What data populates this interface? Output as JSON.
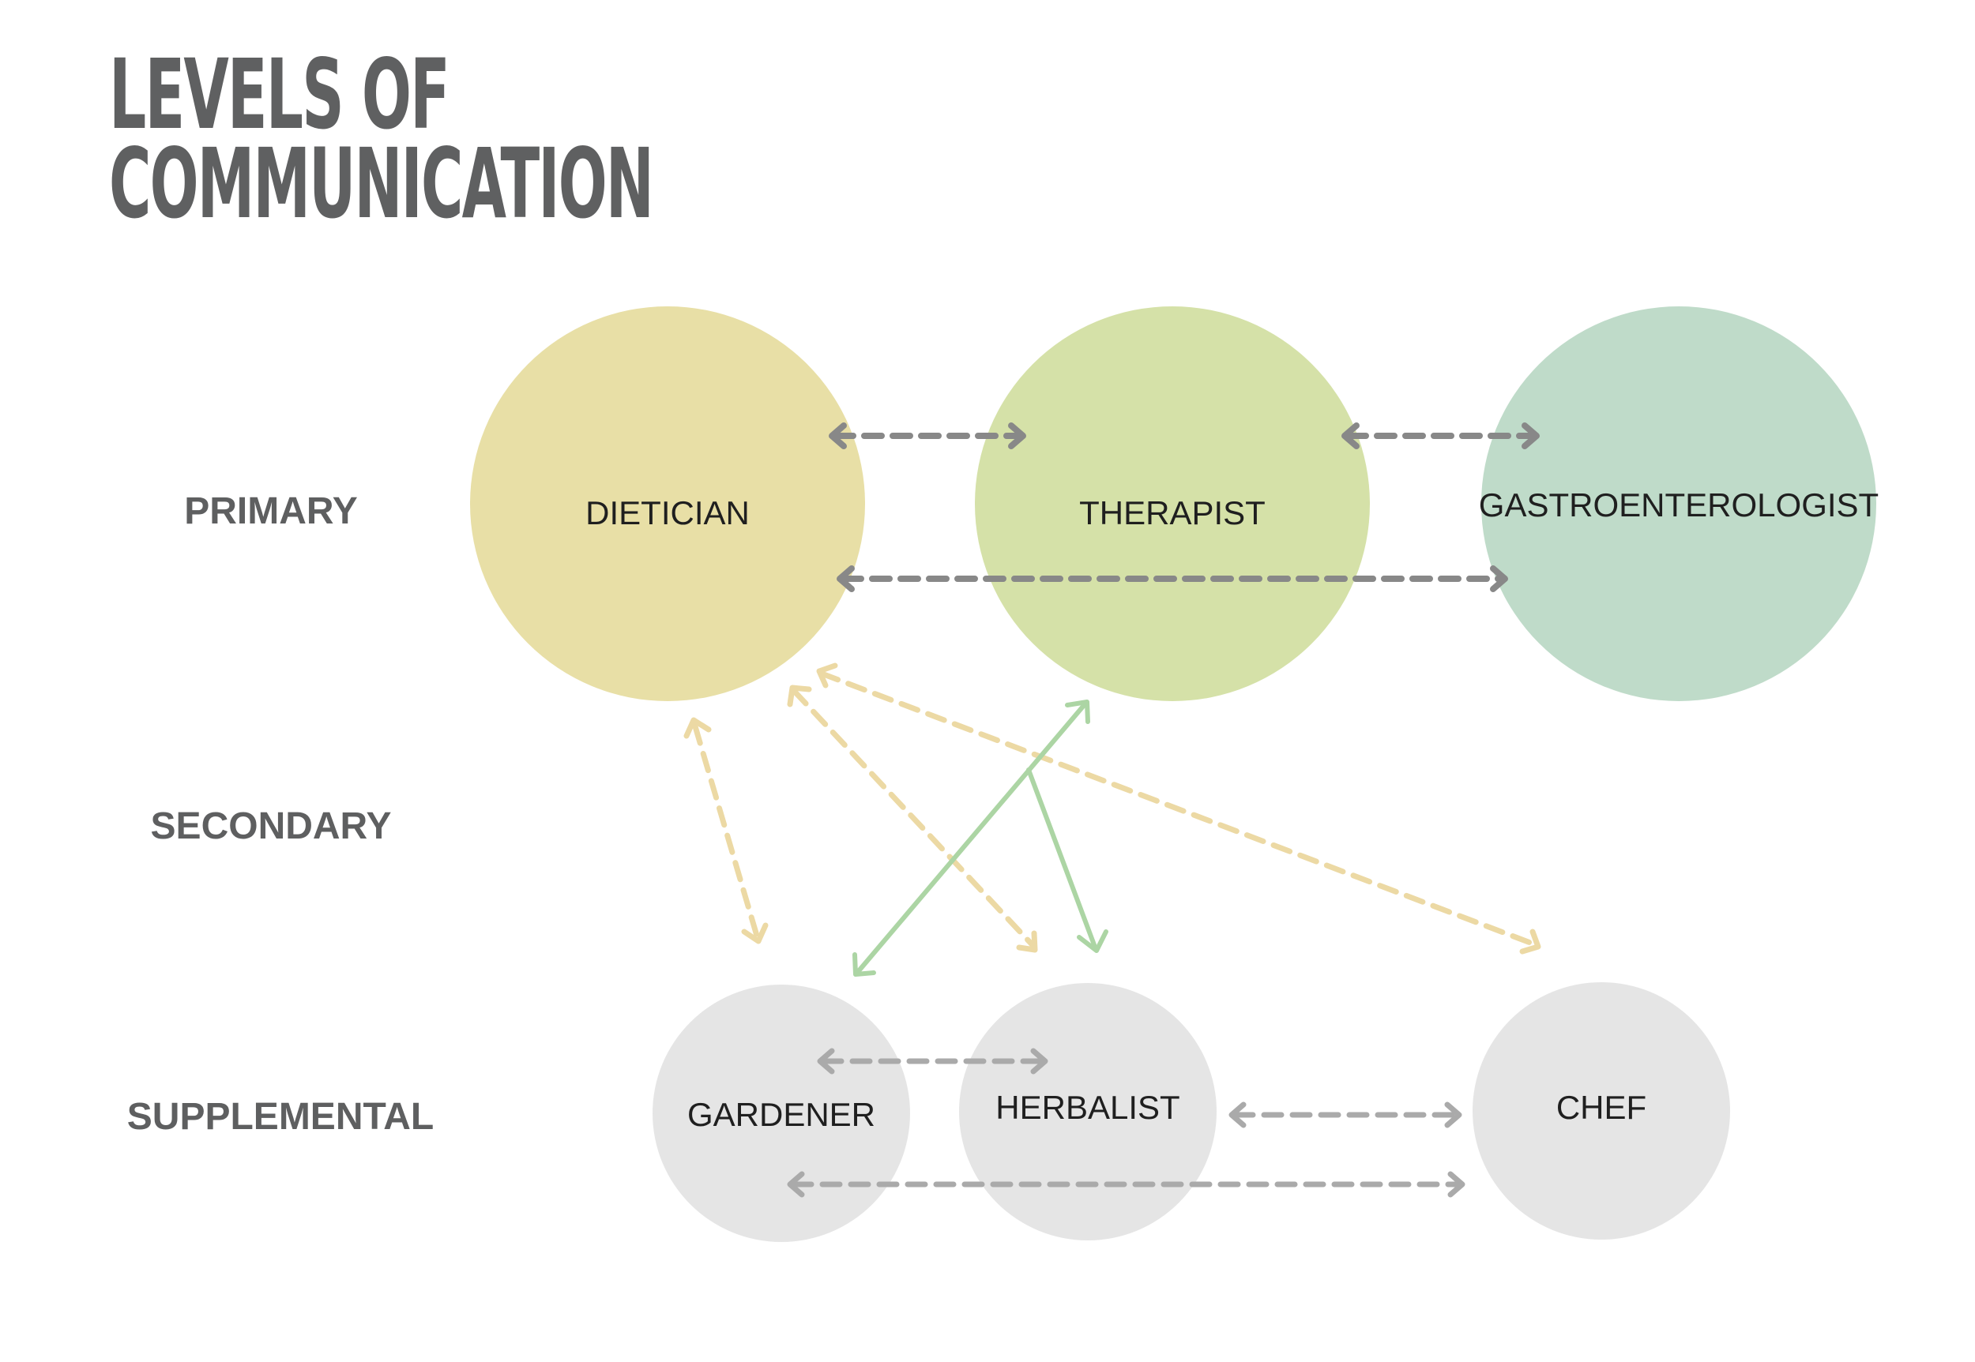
{
  "title": {
    "line1": "LEVELS OF",
    "line2": "COMMUNICATION"
  },
  "levels": {
    "primary": "PRIMARY",
    "secondary": "SECONDARY",
    "supplemental": "SUPPLEMENTAL"
  },
  "nodes": {
    "dietician": {
      "label": "DIETICIAN",
      "color": "#e8dfa6",
      "level": "primary"
    },
    "therapist": {
      "label": "THERAPIST",
      "color": "#d5e1a8",
      "level": "primary"
    },
    "gastroenterologist": {
      "label": "GASTROENTEROLOGIST",
      "color": "#bfdbc9",
      "level": "primary"
    },
    "gardener": {
      "label": "GARDENER",
      "color": "#e5e5e5",
      "level": "supplemental"
    },
    "herbalist": {
      "label": "HERBALIST",
      "color": "#e5e5e5",
      "level": "supplemental"
    },
    "chef": {
      "label": "CHEF",
      "color": "#e5e5e5",
      "level": "supplemental"
    }
  },
  "connections": [
    {
      "from": "dietician",
      "to": "therapist",
      "style": "dashed",
      "direction": "both",
      "color": "#888888"
    },
    {
      "from": "therapist",
      "to": "gastroenterologist",
      "style": "dashed",
      "direction": "both",
      "color": "#888888"
    },
    {
      "from": "dietician",
      "to": "gastroenterologist",
      "style": "dashed",
      "direction": "both",
      "color": "#888888"
    },
    {
      "from": "dietician",
      "to": "gardener",
      "style": "dashed",
      "direction": "both",
      "color": "#ecd9a4"
    },
    {
      "from": "dietician",
      "to": "herbalist",
      "style": "dashed",
      "direction": "both",
      "color": "#ecd9a4"
    },
    {
      "from": "dietician",
      "to": "chef",
      "style": "dashed",
      "direction": "both",
      "color": "#ecd9a4"
    },
    {
      "from": "therapist",
      "to": "gardener",
      "style": "solid",
      "direction": "both",
      "color": "#acd5a4"
    },
    {
      "from": "therapist",
      "to": "herbalist",
      "style": "solid",
      "direction": "forward",
      "color": "#acd5a4"
    },
    {
      "from": "gardener",
      "to": "herbalist",
      "style": "dashed",
      "direction": "both",
      "color": "#aaaaaa"
    },
    {
      "from": "herbalist",
      "to": "chef",
      "style": "dashed",
      "direction": "both",
      "color": "#aaaaaa"
    },
    {
      "from": "gardener",
      "to": "chef",
      "style": "dashed",
      "direction": "both",
      "color": "#aaaaaa"
    }
  ],
  "colors": {
    "title": "#5f6061",
    "level_label": "#5e5f60",
    "primary_arrow": "#888888",
    "supplemental_arrow": "#aaaaaa",
    "dietician_arrow": "#ecd9a4",
    "therapist_arrow": "#acd5a4"
  }
}
